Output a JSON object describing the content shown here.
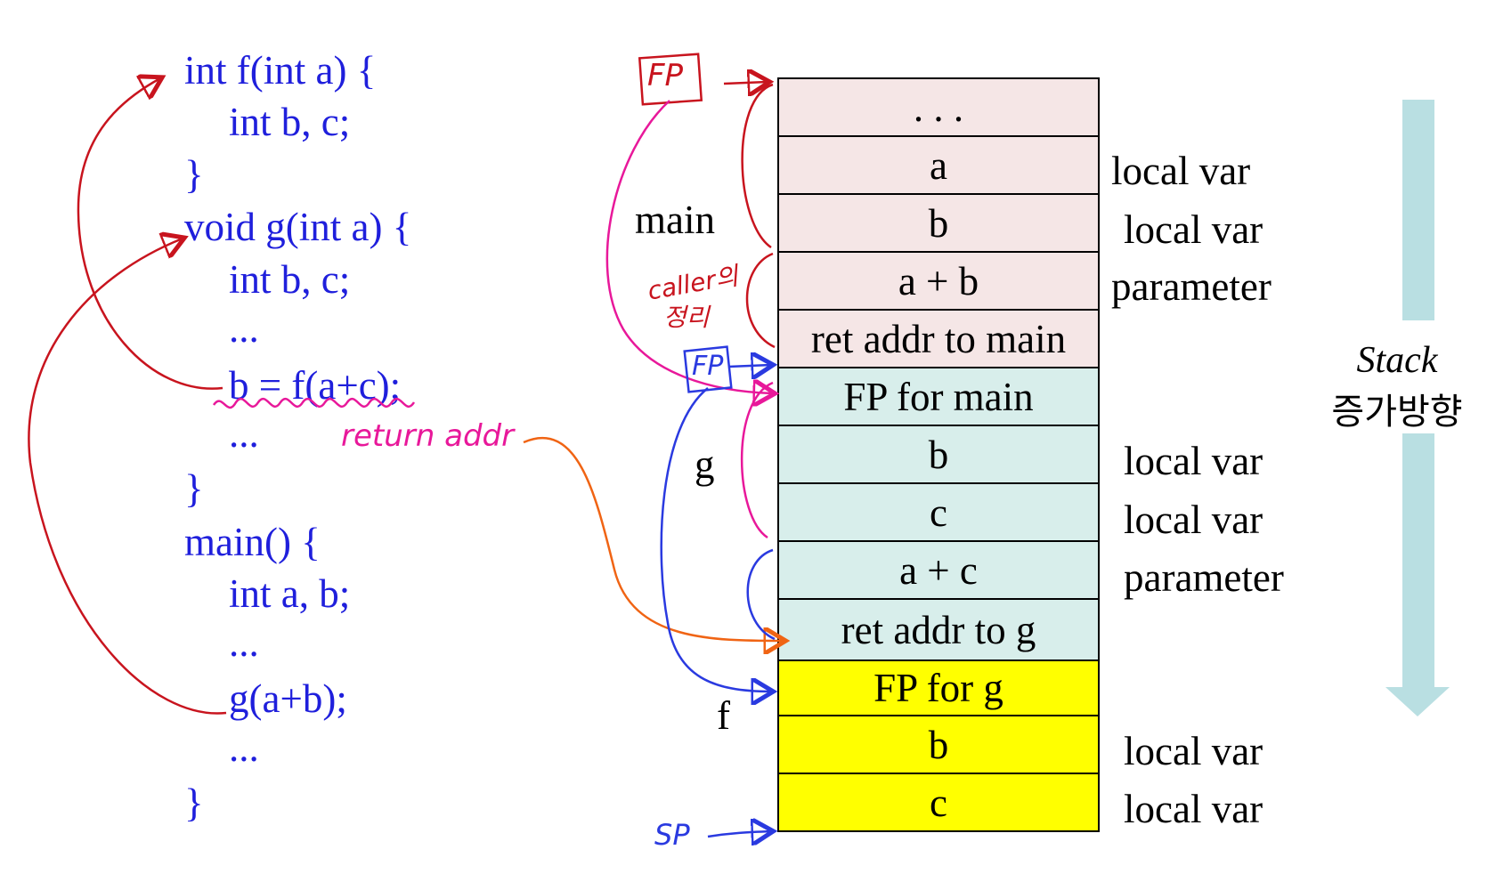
{
  "code": {
    "lines": [
      "int f(int a) {",
      "int b, c;",
      "}",
      "void g(int a) {",
      "int b, c;",
      "...",
      "b = f(a+c);",
      "...",
      "}",
      "main() {",
      "int a, b;",
      "...",
      "g(a+b);",
      "...",
      "}"
    ]
  },
  "stack": {
    "frames": [
      {
        "name": "main",
        "cells": [
          {
            "text": ". . .",
            "role": ""
          },
          {
            "text": "a",
            "role": "local var"
          },
          {
            "text": "b",
            "role": "local var"
          },
          {
            "text": "a + b",
            "role": "parameter"
          },
          {
            "text": "ret addr to main",
            "role": ""
          }
        ]
      },
      {
        "name": "g",
        "cells": [
          {
            "text": "FP for main",
            "role": ""
          },
          {
            "text": "b",
            "role": "local var"
          },
          {
            "text": "c",
            "role": "local var"
          },
          {
            "text": "a + c",
            "role": "parameter"
          },
          {
            "text": "ret addr to g",
            "role": ""
          }
        ]
      },
      {
        "name": "f",
        "cells": [
          {
            "text": "FP for g",
            "role": ""
          },
          {
            "text": "b",
            "role": "local var"
          },
          {
            "text": "c",
            "role": "local var"
          }
        ]
      }
    ]
  },
  "direction": {
    "title": "Stack",
    "korean": "증가방향"
  },
  "annotations": {
    "fp_top": "FP",
    "fp_g": "FP",
    "sp": "SP",
    "caller_note_line1": "caller의",
    "caller_note_line2": "정리",
    "return_addr": "return addr"
  },
  "colors": {
    "code": "#1f1fdc",
    "main_frame": "#f5e6e6",
    "g_frame": "#d8eeeb",
    "f_frame": "#ffff00",
    "arrow_band": "#b9dfe2",
    "red_annotation": "#c8141e",
    "pink_annotation": "#e8189a",
    "blue_annotation": "#2a3ae0",
    "orange_annotation": "#f06414"
  }
}
